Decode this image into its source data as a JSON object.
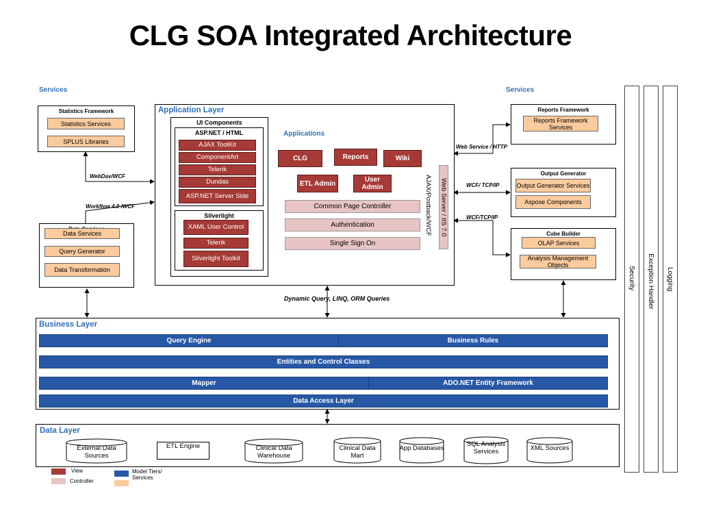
{
  "title": "CLG SOA Integrated Architecture",
  "services_left_label": "Services",
  "services_right_label": "Services",
  "statistics_framework": {
    "title": "Statistics Framework",
    "items": [
      "Statistics Services",
      "SPLUS Libraries"
    ]
  },
  "data_services": {
    "title": "Data Services",
    "items": [
      "Data Services",
      "Query Generator",
      "Data Transformation"
    ]
  },
  "application_layer": {
    "title": "Application Layer",
    "ui_components": {
      "title": "UI Components",
      "aspnet_title": "ASP.NET / HTML",
      "aspnet_items": [
        "AJAX ToolKit",
        "ComponentArt",
        "Telerik",
        "Dundas",
        "ASP.NET Server Side"
      ],
      "silverlight_title": "Silverlight",
      "silverlight_items": [
        "XAML User Control",
        "Telerik",
        "Silverlight Toolkit"
      ]
    },
    "applications_title": "Applications",
    "apps": [
      "CLG",
      "Reports",
      "Wiki",
      "ETL Admin",
      "User Admin"
    ],
    "controllers": [
      "Common Page Controller",
      "Authentication",
      "Single Sign On"
    ],
    "web_server": "Web Server / IIS 7.0",
    "ajax_label": "AJAX/Postback/WCF"
  },
  "reports_framework": {
    "title": "Reports Framework",
    "items": [
      "Reports Framework Services"
    ]
  },
  "output_generator": {
    "title": "Output Generator",
    "items": [
      "Output Generator Services",
      "Aspose Components"
    ]
  },
  "cube_builder": {
    "title": "Cube Builder",
    "items": [
      "OLAP Services",
      "Analysis Management Objects"
    ]
  },
  "connectors": {
    "webdav": "WebDav/WCF",
    "workflow": "Workflow 4.0 /WCF",
    "web_service": "Web Service / HTTP",
    "wcf_tcp_1": "WCF/ TCP/IP",
    "wcf_tcp_2": "WCF/TCP/IP",
    "dynamic_query": "Dynamic Query, LINQ, ORM Queries"
  },
  "business_layer": {
    "title": "Business Layer",
    "query_engine": "Query Engine",
    "business_rules": "Business Rules",
    "entities": "Entities and Control Classes",
    "mapper": "Mapper",
    "ado": "ADO.NET Entity Framework",
    "dal": "Data Access Layer"
  },
  "data_layer": {
    "title": "Data Layer",
    "external": "External Data Sources",
    "etl_engine": "ETL Engine",
    "warehouse": "Clinical Data Warehouse",
    "datamart": "Clinical Data Mart",
    "app_db": "App Databases",
    "sql_analysis": "SQL Analysis Services",
    "xml_sources": "XML Sources"
  },
  "pillars": [
    "Security",
    "Exception Handler",
    "Logging"
  ],
  "legend": {
    "view": "View",
    "controller": "Controller",
    "model": "Model Tiers/ Services"
  },
  "colors": {
    "view": "#a63a36",
    "controller": "#e8c4c4",
    "model": "#2758a6",
    "services": "#fbcb9e",
    "section_title": "#2f6fb8"
  }
}
